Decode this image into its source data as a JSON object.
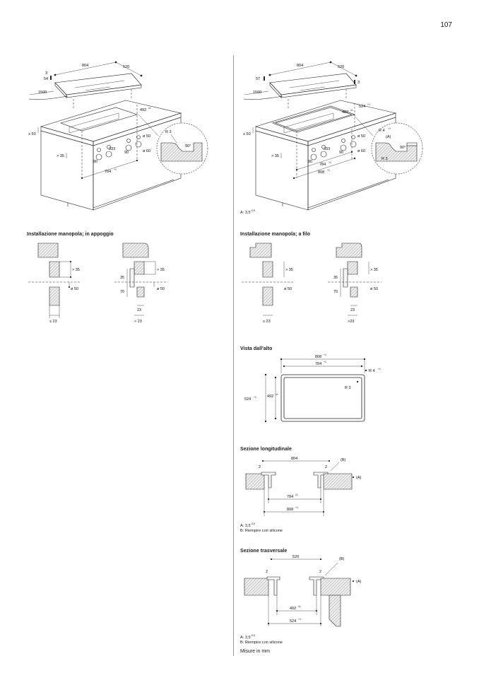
{
  "page": {
    "number": "107"
  },
  "left_column": {
    "overview_3d": {
      "dims": {
        "width": "804",
        "depth": "520",
        "h1": "3",
        "h2": "54",
        "cable": "1500",
        "min_edge": "≥ 50",
        "cutout_depth": "492",
        "cutout_tol": "±1",
        "radius": "R 3",
        "angle": "90°",
        "knob_gap": "> 35",
        "knob_pitch": "333",
        "knob_spacing": "90",
        "knob_dia1": "ø 50",
        "knob_dia2": "ø 60",
        "cutout_width": "784",
        "cutout_width_tol": "+1"
      }
    },
    "section_a": {
      "title": "Installazione manopola; in appoggio",
      "dim_gap": "> 35",
      "dim_dia": "ø 50",
      "dim_max": "≤ 23"
    },
    "section_b": {
      "dim_gap": "> 35",
      "dim_35": "35",
      "dim_70": "70",
      "dim_dia": "ø 50",
      "dim_23": "23",
      "dim_min": "> 23"
    }
  },
  "right_column": {
    "overview_3d": {
      "dims": {
        "width": "804",
        "depth": "520",
        "h1": "57",
        "h2": "3",
        "cable": "1500",
        "min_edge": "≥ 50",
        "cutout_depth": "492",
        "cutout_tol": "±1",
        "outer_depth": "524",
        "outer_tol": "+1",
        "radius_outer": "R 4",
        "radius_outer_tol": "+1",
        "label_a": "(A)",
        "angle": "90°",
        "radius": "R 3",
        "knob_gap": "> 35",
        "knob_pitch": "333",
        "knob_spacing": "90",
        "knob_dia1": "ø 50",
        "knob_dia2": "ø 60",
        "cutout_width": "784",
        "cutout_width_tol": "+1",
        "outer_width": "808",
        "outer_width_tol": "+1"
      },
      "note": "A: 3,5",
      "note_sup": "-0,5"
    },
    "section_flush": {
      "title": "Installazione manopola; a filo",
      "dim_gap": "> 35",
      "dim_dia": "ø 50",
      "dim_max": "≤ 23",
      "dim_35": "35",
      "dim_70": "70",
      "dim_23": "23",
      "dim_min": ">23"
    },
    "top_view": {
      "title": "Vista dall'alto",
      "outer_width": "808",
      "outer_width_tol": "+1",
      "inner_width": "784",
      "inner_width_tol": "+1",
      "radius_outer": "R 4",
      "radius_outer_tol": "+1",
      "radius_inner": "R 3",
      "outer_depth": "524",
      "outer_depth_tol": "+1",
      "inner_depth": "492",
      "inner_depth_tol": "±1"
    },
    "long_section": {
      "title": "Sezione longitudinale",
      "dim_2a": "2",
      "dim_2b": "2",
      "dim_804": "804",
      "label_b": "(B)",
      "label_a": "(A)",
      "dim_784": "784",
      "dim_784_tol": "±1",
      "dim_808": "808",
      "dim_808_tol": "+1",
      "note_a": "A: 3,5",
      "note_a_sup": "-0,5",
      "note_b": "B: Riempire con silicone"
    },
    "cross_section": {
      "title": "Sezione trasversale",
      "dim_520": "520",
      "dim_2a": "2",
      "dim_2b": "2",
      "label_b": "(B)",
      "label_a": "(A)",
      "dim_492": "492",
      "dim_492_tol": "±1",
      "dim_524": "524",
      "dim_524_tol": "+1",
      "note_a": "A: 3,5",
      "note_a_sup": "-0,5",
      "note_b": "B: Riempire con silicone"
    },
    "footer": "Misure in mm"
  }
}
